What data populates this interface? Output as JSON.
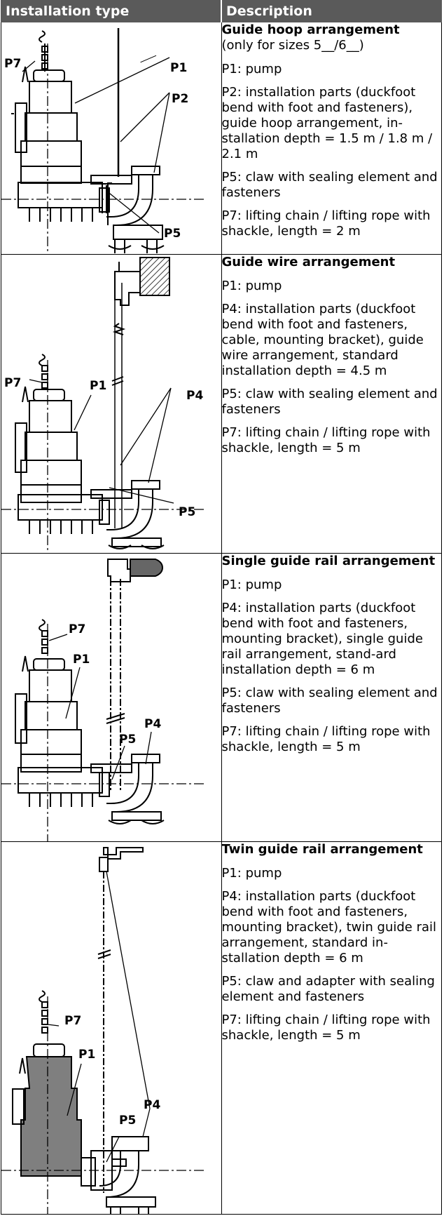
{
  "table": {
    "headers": {
      "installation_type": "Installation type",
      "description": "Description"
    },
    "rows": [
      {
        "title": "Guide hoop arrangement",
        "subtitle": "(only for sizes 5__/6__)",
        "items": [
          "P1: pump",
          "P2: installation parts (duckfoot bend with foot and fasteners), guide hoop arrangement, in-stallation depth = 1.5 m / 1.8 m / 2.1 m",
          "P5: claw with sealing element and fasteners",
          "P7: lifting chain / lifting rope with shackle, length = 2 m"
        ],
        "figure_labels": [
          "P7",
          "P1",
          "P2",
          "P5"
        ]
      },
      {
        "title": "Guide wire arrangement",
        "items": [
          "P1: pump",
          "P4: installation parts (duckfoot bend with foot and fasteners, cable, mounting bracket), guide wire arrangement, standard installation depth = 4.5 m",
          "P5: claw with sealing element and fasteners",
          "P7: lifting chain / lifting rope with shackle, length = 5 m"
        ],
        "figure_labels": [
          "P7",
          "P1",
          "P4",
          "P5"
        ]
      },
      {
        "title": "Single guide rail arrangement",
        "items": [
          "P1: pump",
          "P4: installation parts (duckfoot bend with foot and fasteners, mounting bracket), single guide rail arrangement, stand-ard installation depth = 6 m",
          "P5: claw with sealing element and fasteners",
          "P7: lifting chain / lifting rope with shackle, length = 5 m"
        ],
        "figure_labels": [
          "P7",
          "P1",
          "P5",
          "P4"
        ]
      },
      {
        "title": "Twin guide rail arrangement",
        "items": [
          "P1: pump",
          "P4: installation parts (duckfoot bend with foot and fasteners, mounting bracket), twin guide rail arrangement, standard in-stallation depth = 6 m",
          "P5: claw and adapter with sealing element and fasteners",
          "P7: lifting chain / lifting rope with shackle, length = 5 m"
        ],
        "figure_labels": [
          "P7",
          "P1",
          "P5",
          "P4"
        ]
      }
    ]
  }
}
